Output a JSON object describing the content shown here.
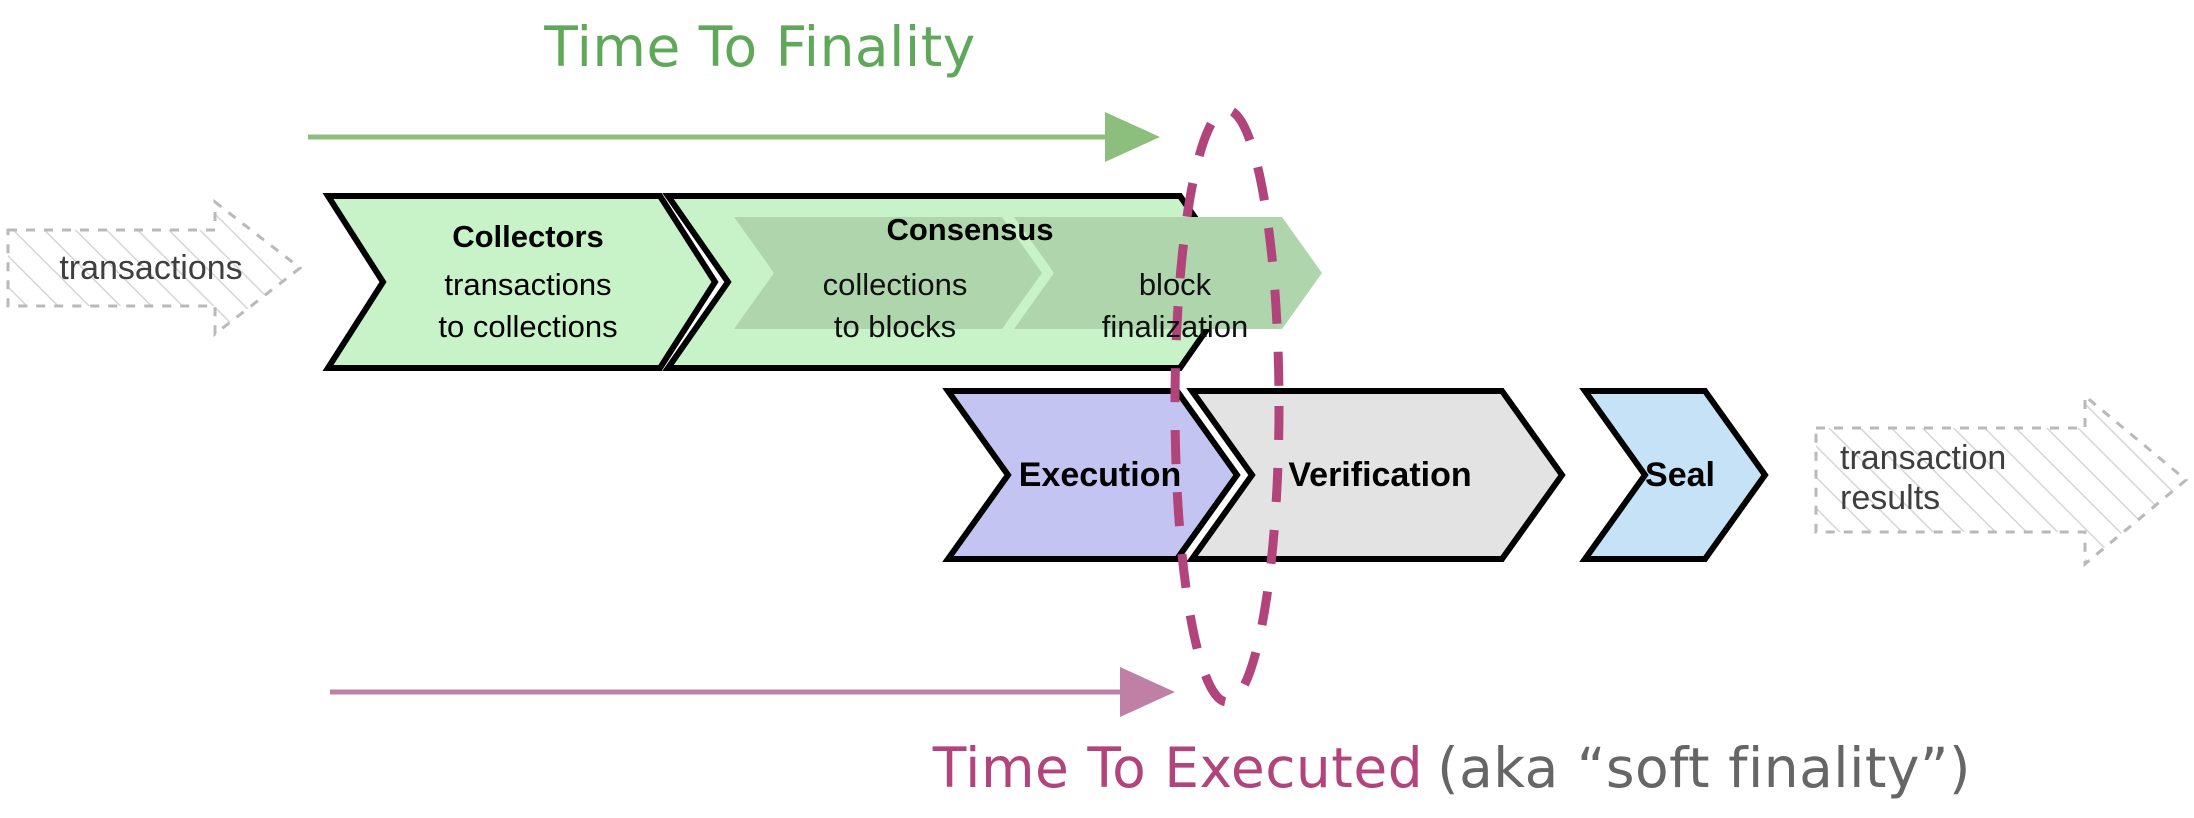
{
  "diagram": {
    "title_finality": "Time To Finality",
    "title_executed": "Time To Executed",
    "title_executed_note": "(aka “soft finality”)",
    "colors": {
      "green_accent": "#5FA85A",
      "magenta_accent": "#B1447B",
      "gray_note": "#666666",
      "collectors_fill": "#C8F2C8",
      "consensus_fill": "#C8F2C8",
      "consensus_inner_fill": "#AFD5AC",
      "execution_fill": "#C4C4F2",
      "verification_fill": "#E3E3E3",
      "seal_fill": "#C5E2F7",
      "ghost_stroke": "#B8B8B8",
      "outline": "#000000"
    },
    "inputs": [
      {
        "name": "transactions-ghost",
        "label": "transactions"
      }
    ],
    "outputs": [
      {
        "name": "transaction-results-ghost",
        "label_line1": "transaction",
        "label_line2": "results"
      }
    ],
    "top_row": [
      {
        "id": "collectors",
        "heading": "Collectors",
        "sub_line1": "transactions",
        "sub_line2": "to collections",
        "fill": "#C8F2C8"
      },
      {
        "id": "consensus",
        "heading": "Consensus",
        "fill": "#C8F2C8",
        "inner_stages": [
          {
            "id": "collections-to-blocks",
            "line1": "collections",
            "line2": "to blocks"
          },
          {
            "id": "block-finalization",
            "line1": "block",
            "line2": "finalization"
          }
        ]
      }
    ],
    "bottom_row": [
      {
        "id": "execution",
        "label": "Execution",
        "fill": "#C4C4F2"
      },
      {
        "id": "verification",
        "label": "Verification",
        "fill": "#E3E3E3"
      },
      {
        "id": "seal",
        "label": "Seal",
        "fill": "#C5E2F7"
      }
    ],
    "measures": [
      {
        "id": "time-to-finality",
        "label": "Time To Finality",
        "color": "#5FA85A",
        "position": "top"
      },
      {
        "id": "time-to-executed",
        "label": "Time To Executed",
        "color": "#B1447B",
        "position": "bottom"
      }
    ],
    "marker": {
      "id": "finality-boundary-ellipse",
      "style": "dashed-ellipse",
      "color": "#B1447B"
    }
  }
}
